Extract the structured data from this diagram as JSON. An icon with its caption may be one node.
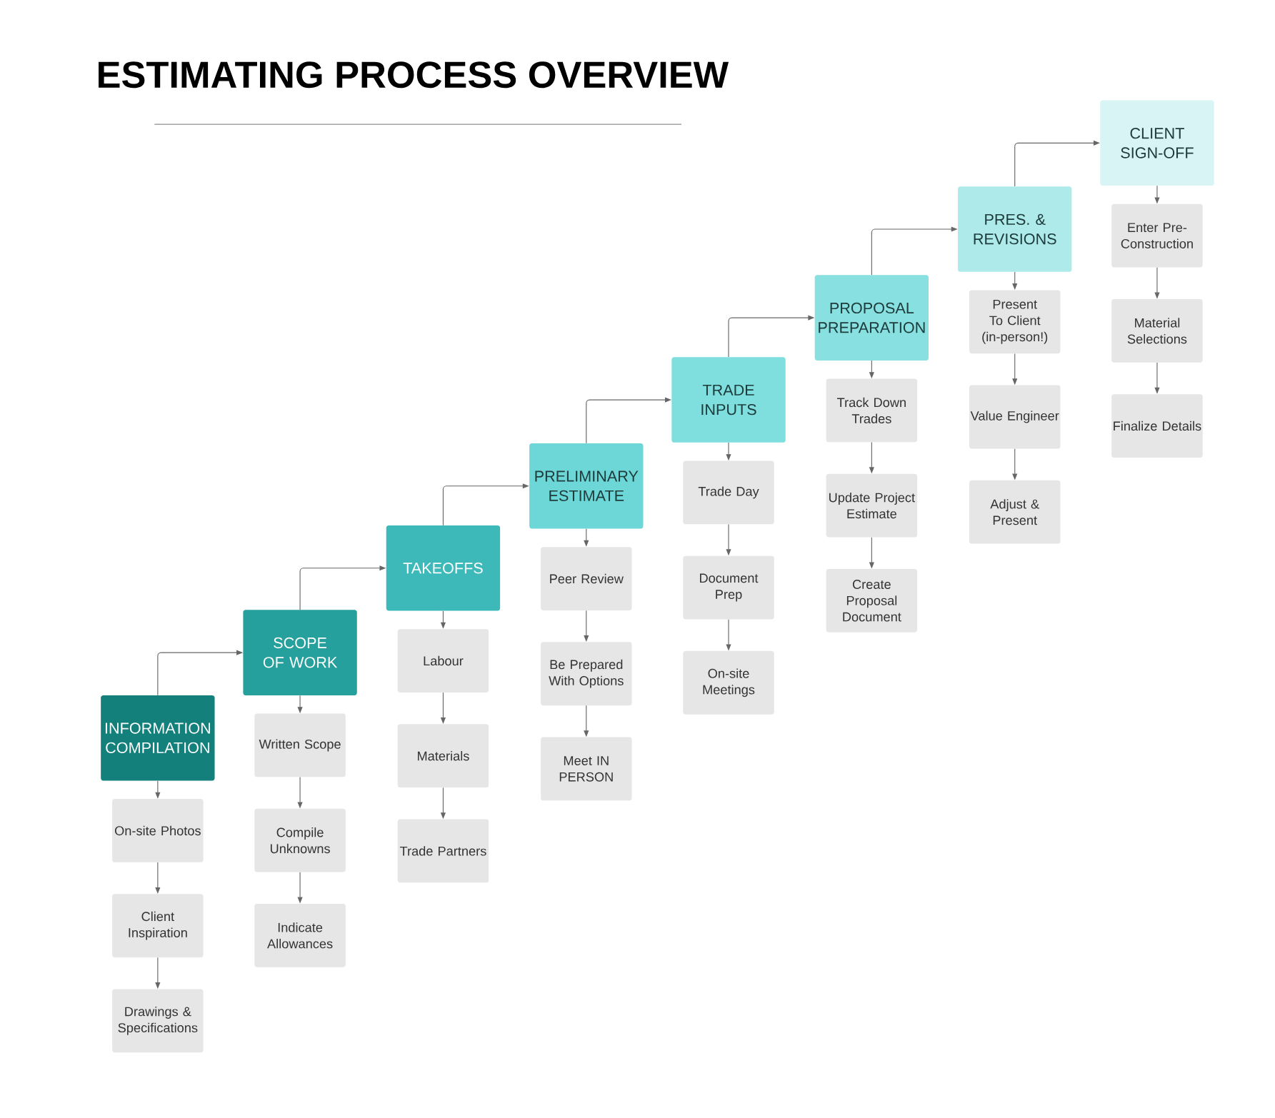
{
  "diagram": {
    "title": "ESTIMATING PROCESS OVERVIEW",
    "nodes": [
      {
        "text": [
          "INFORMATION COMPILATION"
        ]
      },
      {
        "text": [
          "On-site Photos"
        ]
      },
      {
        "text": [
          "Client Inspiration"
        ]
      },
      {
        "text": [
          "Drawings & Specifications"
        ]
      },
      {
        "text": [
          "SCOPE OF WORK"
        ]
      },
      {
        "text": [
          "Written Scope"
        ]
      },
      {
        "text": [
          "Compile Unknowns"
        ]
      },
      {
        "text": [
          "Indicate Allowances"
        ]
      },
      {
        "text": [
          "TAKEOFFS"
        ]
      },
      {
        "text": [
          "Labour"
        ]
      },
      {
        "text": [
          "Materials"
        ]
      },
      {
        "text": [
          "Trade Partners"
        ]
      },
      {
        "text": [
          "PRELIMINARY ESTIMATE"
        ]
      },
      {
        "text": [
          "Peer Review"
        ]
      },
      {
        "text": [
          "Be Prepared With Options"
        ]
      },
      {
        "text": [
          "Meet IN PERSON"
        ]
      },
      {
        "text": [
          "TRADE INPUTS"
        ]
      },
      {
        "text": [
          "Trade Day"
        ]
      },
      {
        "text": [
          "Document Prep"
        ]
      },
      {
        "text": [
          "On-site Meetings"
        ]
      },
      {
        "text": [
          "PROPOSAL PREPARATION"
        ]
      },
      {
        "text": [
          "Track Down Trades"
        ]
      },
      {
        "text": [
          "Update Project Estimate"
        ]
      },
      {
        "text": [
          "Create Proposal Document"
        ]
      },
      {
        "text": [
          "PRES. & REVISIONS"
        ]
      },
      {
        "text": [
          "Present To Client (in-person!)"
        ]
      },
      {
        "text": [
          "Value Engineer"
        ]
      },
      {
        "text": [
          "Adjust & Present"
        ]
      },
      {
        "text": [
          "CLIENT SIGN-OFF"
        ]
      },
      {
        "text": [
          "Enter Pre-Construction"
        ]
      },
      {
        "text": [
          "Material Selections"
        ]
      },
      {
        "text": [
          "Finalize Details"
        ]
      }
    ],
    "edges": [
      {
        "from": 0,
        "to": 1,
        "arrow": "to"
      },
      {
        "from": 1,
        "to": 2,
        "arrow": "to"
      },
      {
        "from": 2,
        "to": 3,
        "arrow": "to"
      },
      {
        "from": 0,
        "to": 4,
        "arrow": "to"
      },
      {
        "from": 4,
        "to": 5,
        "arrow": "to"
      },
      {
        "from": 5,
        "to": 6,
        "arrow": "to"
      },
      {
        "from": 6,
        "to": 7,
        "arrow": "to"
      },
      {
        "from": 4,
        "to": 8,
        "arrow": "to"
      },
      {
        "from": 8,
        "to": 9,
        "arrow": "to"
      },
      {
        "from": 9,
        "to": 10,
        "arrow": "to"
      },
      {
        "from": 10,
        "to": 11,
        "arrow": "to"
      },
      {
        "from": 8,
        "to": 12,
        "arrow": "to"
      },
      {
        "from": 12,
        "to": 13,
        "arrow": "to"
      },
      {
        "from": 13,
        "to": 14,
        "arrow": "to"
      },
      {
        "from": 14,
        "to": 15,
        "arrow": "to"
      },
      {
        "from": 12,
        "to": 16,
        "arrow": "to"
      },
      {
        "from": 16,
        "to": 17,
        "arrow": "to"
      },
      {
        "from": 17,
        "to": 18,
        "arrow": "to"
      },
      {
        "from": 18,
        "to": 19,
        "arrow": "to"
      },
      {
        "from": 16,
        "to": 20,
        "arrow": "to"
      },
      {
        "from": 20,
        "to": 21,
        "arrow": "to"
      },
      {
        "from": 21,
        "to": 22,
        "arrow": "to"
      },
      {
        "from": 22,
        "to": 23,
        "arrow": "to"
      },
      {
        "from": 20,
        "to": 24,
        "arrow": "to"
      },
      {
        "from": 24,
        "to": 25,
        "arrow": "to"
      },
      {
        "from": 25,
        "to": 26,
        "arrow": "to"
      },
      {
        "from": 26,
        "to": 27,
        "arrow": "to"
      },
      {
        "from": 24,
        "to": 28,
        "arrow": "to"
      },
      {
        "from": 28,
        "to": 29,
        "arrow": "to"
      },
      {
        "from": 29,
        "to": 30,
        "arrow": "to"
      },
      {
        "from": 30,
        "to": 31,
        "arrow": "to"
      }
    ]
  }
}
